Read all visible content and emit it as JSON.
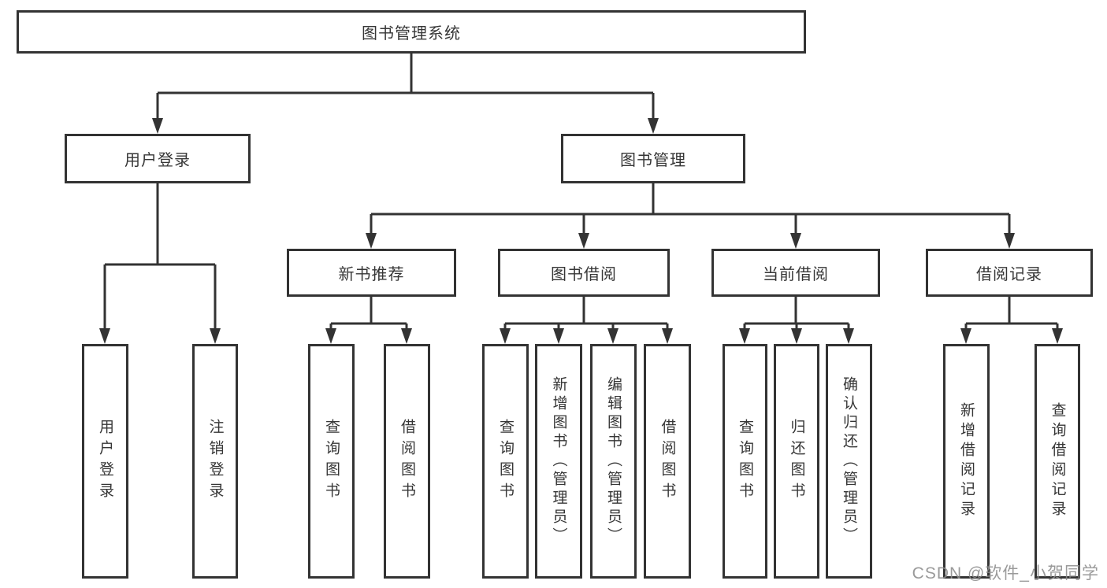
{
  "tree": {
    "root": {
      "label": "图书管理系统"
    },
    "branches": [
      {
        "label": "用户登录",
        "children": [
          {
            "label": "用户登录"
          },
          {
            "label": "注销登录"
          }
        ]
      },
      {
        "label": "图书管理",
        "groups": [
          {
            "label": "新书推荐",
            "children": [
              {
                "label": "查询图书"
              },
              {
                "label": "借阅图书"
              }
            ]
          },
          {
            "label": "图书借阅",
            "children": [
              {
                "label": "查询图书"
              },
              {
                "label": "新增图书（管理员）"
              },
              {
                "label": "编辑图书（管理员）"
              },
              {
                "label": "借阅图书"
              }
            ]
          },
          {
            "label": "当前借阅",
            "children": [
              {
                "label": "查询图书"
              },
              {
                "label": "归还图书"
              },
              {
                "label": "确认归还（管理员）"
              }
            ]
          },
          {
            "label": "借阅记录",
            "children": [
              {
                "label": "新增借阅记录"
              },
              {
                "label": "查询借阅记录"
              }
            ]
          }
        ]
      }
    ]
  },
  "watermark": {
    "text": "CSDN @软件_小贺同学"
  },
  "colors": {
    "line": "#333333",
    "text": "#363636",
    "background": "#ffffff",
    "watermark": "#8c8c8c"
  }
}
